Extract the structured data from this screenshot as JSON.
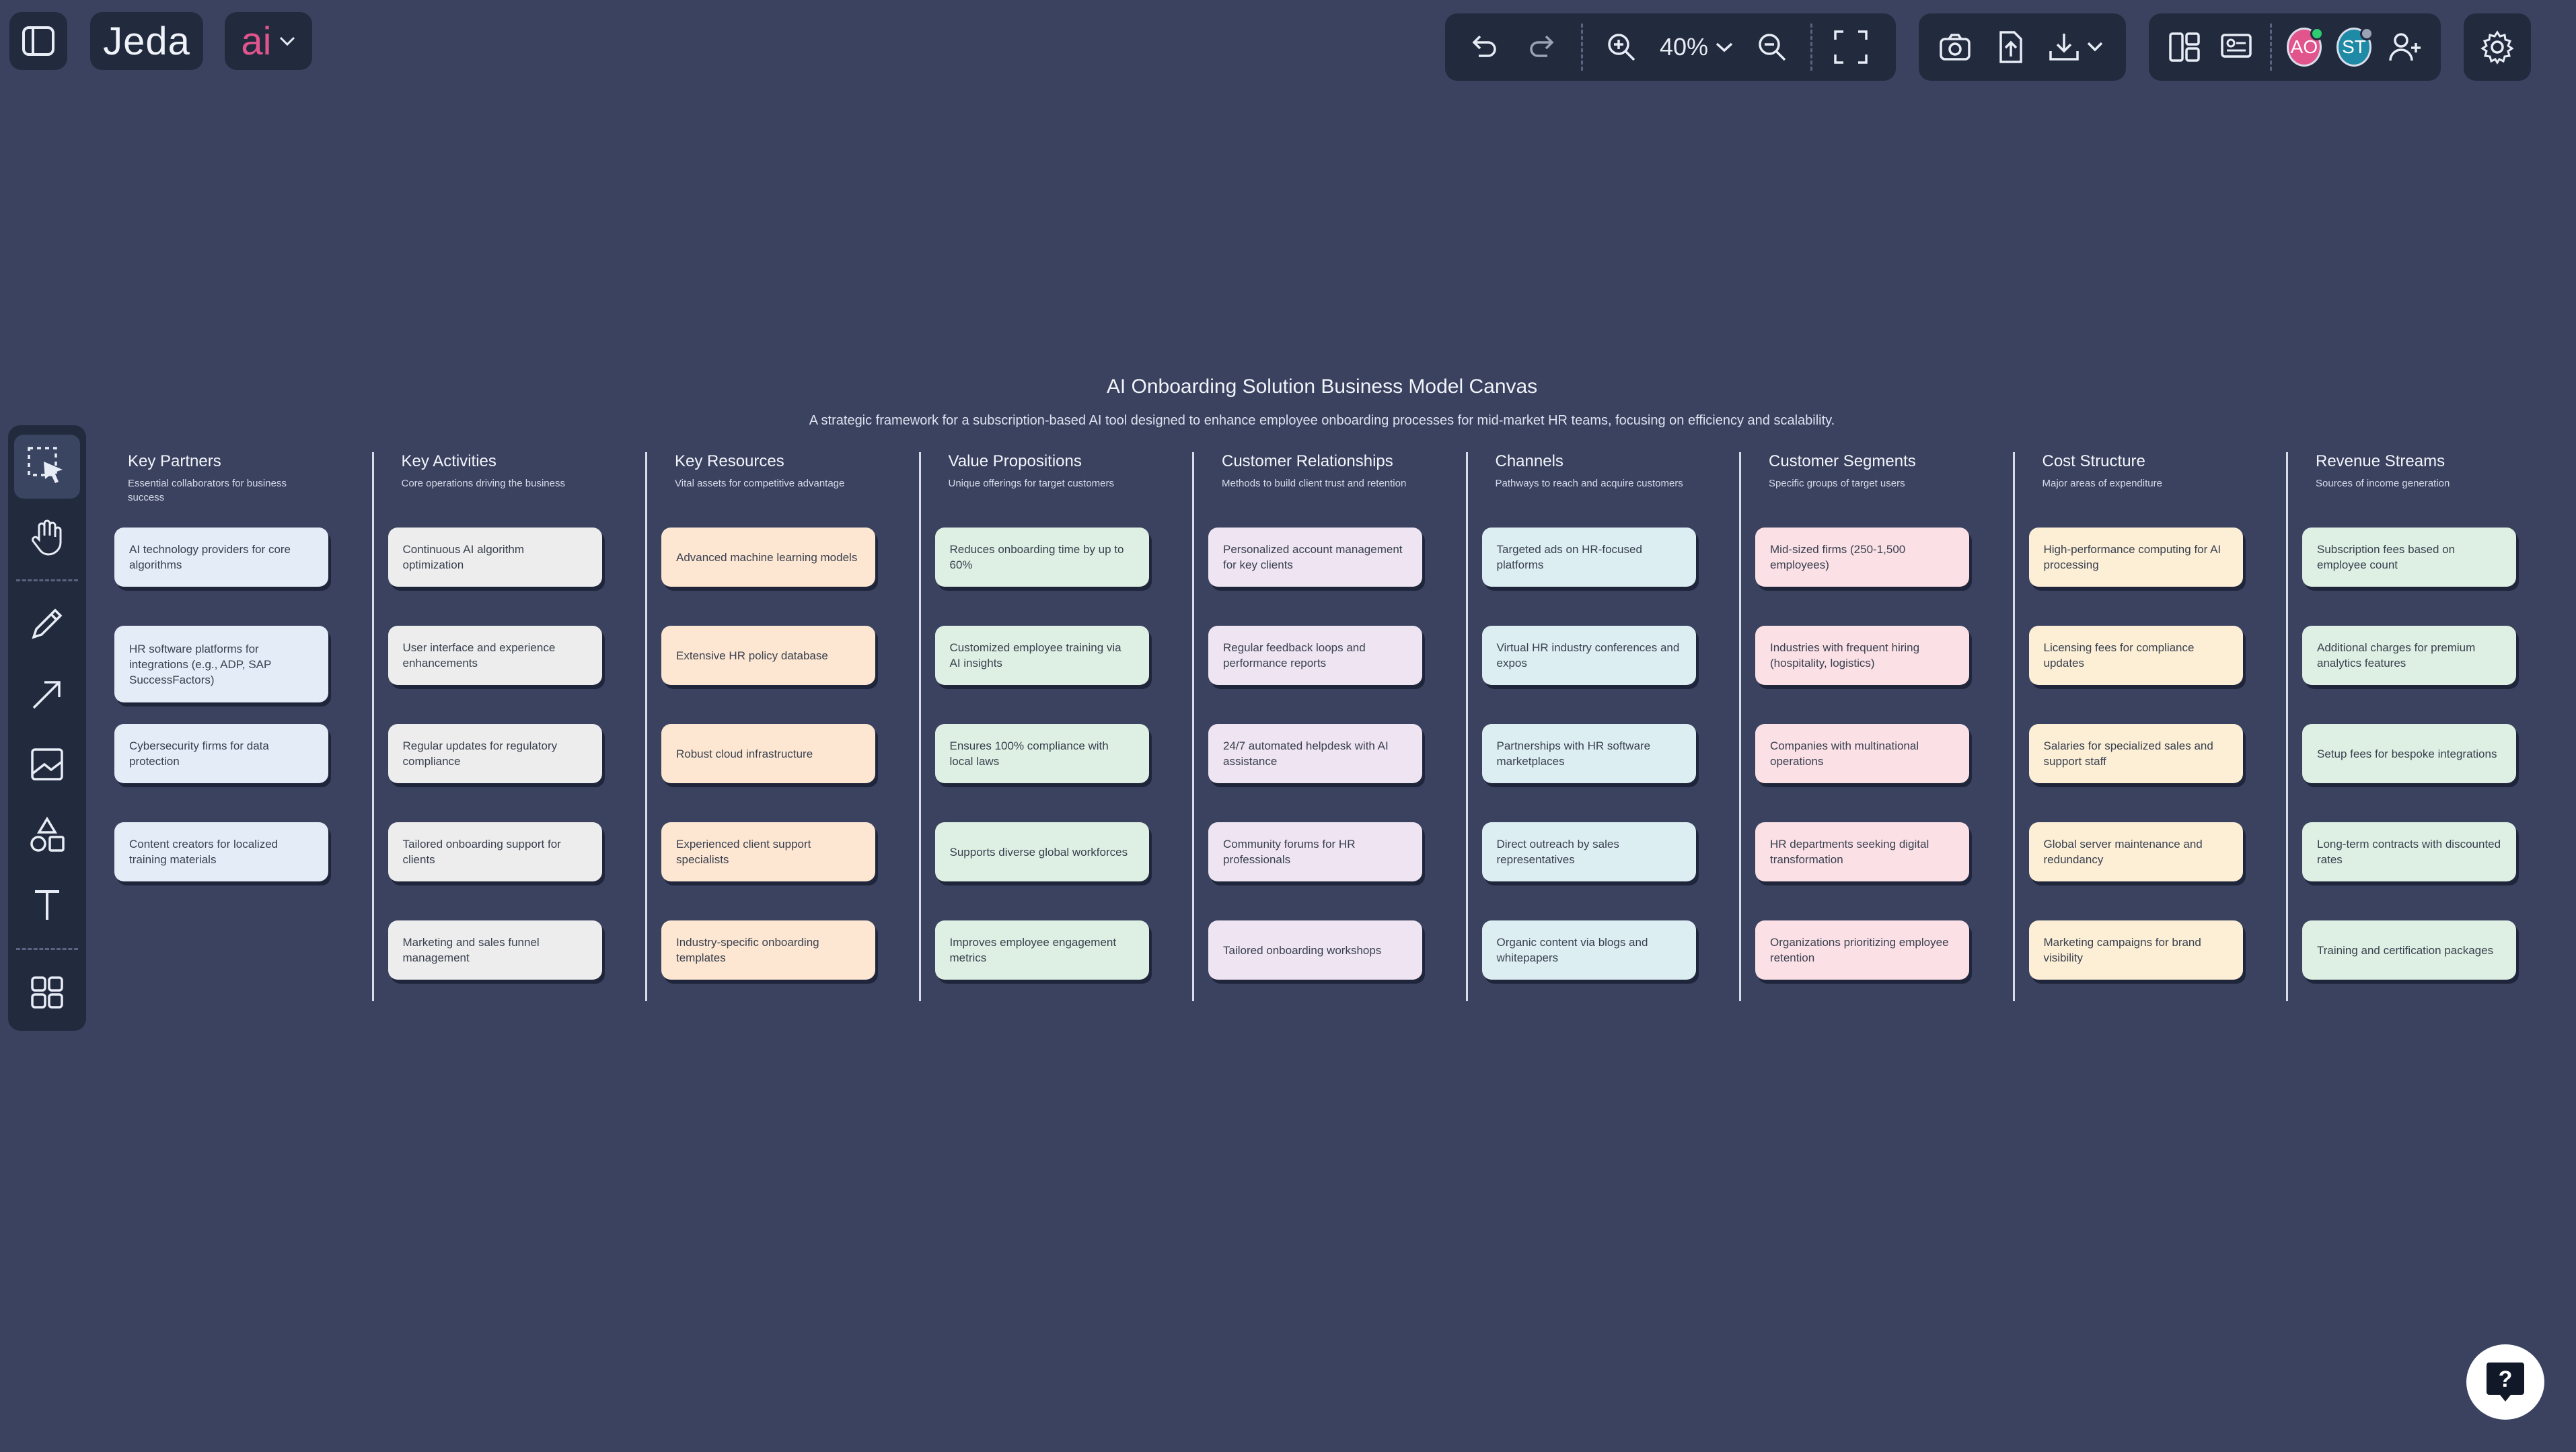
{
  "app": {
    "logo_text": "Jeda",
    "ai_label": "ai"
  },
  "toolbar": {
    "zoom_level": "40%"
  },
  "collaborators": [
    {
      "initials": "AO",
      "color": "#e2558c",
      "status": "#2ecc71"
    },
    {
      "initials": "ST",
      "color": "#1f8aa6",
      "status": "#9aa3b5"
    }
  ],
  "canvas": {
    "title": "AI Onboarding Solution Business Model Canvas",
    "subtitle": "A strategic framework for a subscription-based AI tool designed to enhance employee onboarding processes for mid-market HR teams, focusing on efficiency and scalability."
  },
  "columns": [
    {
      "title": "Key Partners",
      "desc": "Essential collaborators for business success",
      "color": "#e4edf7",
      "notes": [
        "AI technology providers for core algorithms",
        "HR software platforms for integrations (e.g., ADP, SAP SuccessFactors)",
        "Cybersecurity firms for data protection",
        "Content creators for localized training materials"
      ]
    },
    {
      "title": "Key Activities",
      "desc": "Core operations driving the business",
      "color": "#ededed",
      "notes": [
        "Continuous AI algorithm optimization",
        "User interface and experience enhancements",
        "Regular updates for regulatory compliance",
        "Tailored onboarding support for clients",
        "Marketing and sales funnel management"
      ]
    },
    {
      "title": "Key Resources",
      "desc": "Vital assets for competitive advantage",
      "color": "#fde7d2",
      "notes": [
        "Advanced machine learning models",
        "Extensive HR policy database",
        "Robust cloud infrastructure",
        "Experienced client support specialists",
        "Industry-specific onboarding templates"
      ]
    },
    {
      "title": "Value Propositions",
      "desc": "Unique offerings for target customers",
      "color": "#def0e3",
      "notes": [
        "Reduces onboarding time by up to 60%",
        "Customized employee training via AI insights",
        "Ensures 100% compliance with local laws",
        "Supports diverse global workforces",
        "Improves employee engagement metrics"
      ]
    },
    {
      "title": "Customer Relationships",
      "desc": "Methods to build client trust and retention",
      "color": "#efe4f2",
      "notes": [
        "Personalized account management for key clients",
        "Regular feedback loops and performance reports",
        "24/7 automated helpdesk with AI assistance",
        "Community forums for HR professionals",
        "Tailored onboarding workshops"
      ]
    },
    {
      "title": "Channels",
      "desc": "Pathways to reach and acquire customers",
      "color": "#ddeef3",
      "notes": [
        "Targeted ads on HR-focused platforms",
        "Virtual HR industry conferences and expos",
        "Partnerships with HR software marketplaces",
        "Direct outreach by sales representatives",
        "Organic content via blogs and whitepapers"
      ]
    },
    {
      "title": "Customer Segments",
      "desc": "Specific groups of target users",
      "color": "#fbe0e6",
      "notes": [
        "Mid-sized firms (250-1,500 employees)",
        "Industries with frequent hiring (hospitality, logistics)",
        "Companies with multinational operations",
        "HR departments seeking digital transformation",
        "Organizations prioritizing employee retention"
      ]
    },
    {
      "title": "Cost Structure",
      "desc": "Major areas of expenditure",
      "color": "#fcefd6",
      "notes": [
        "High-performance computing for AI processing",
        "Licensing fees for compliance updates",
        "Salaries for specialized sales and support staff",
        "Global server maintenance and redundancy",
        "Marketing campaigns for brand visibility"
      ]
    },
    {
      "title": "Revenue Streams",
      "desc": "Sources of income generation",
      "color": "#def0e3",
      "notes": [
        "Subscription fees based on employee count",
        "Additional charges for premium analytics features",
        "Setup fees for bespoke integrations",
        "Long-term contracts with discounted rates",
        "Training and certification packages"
      ]
    }
  ]
}
